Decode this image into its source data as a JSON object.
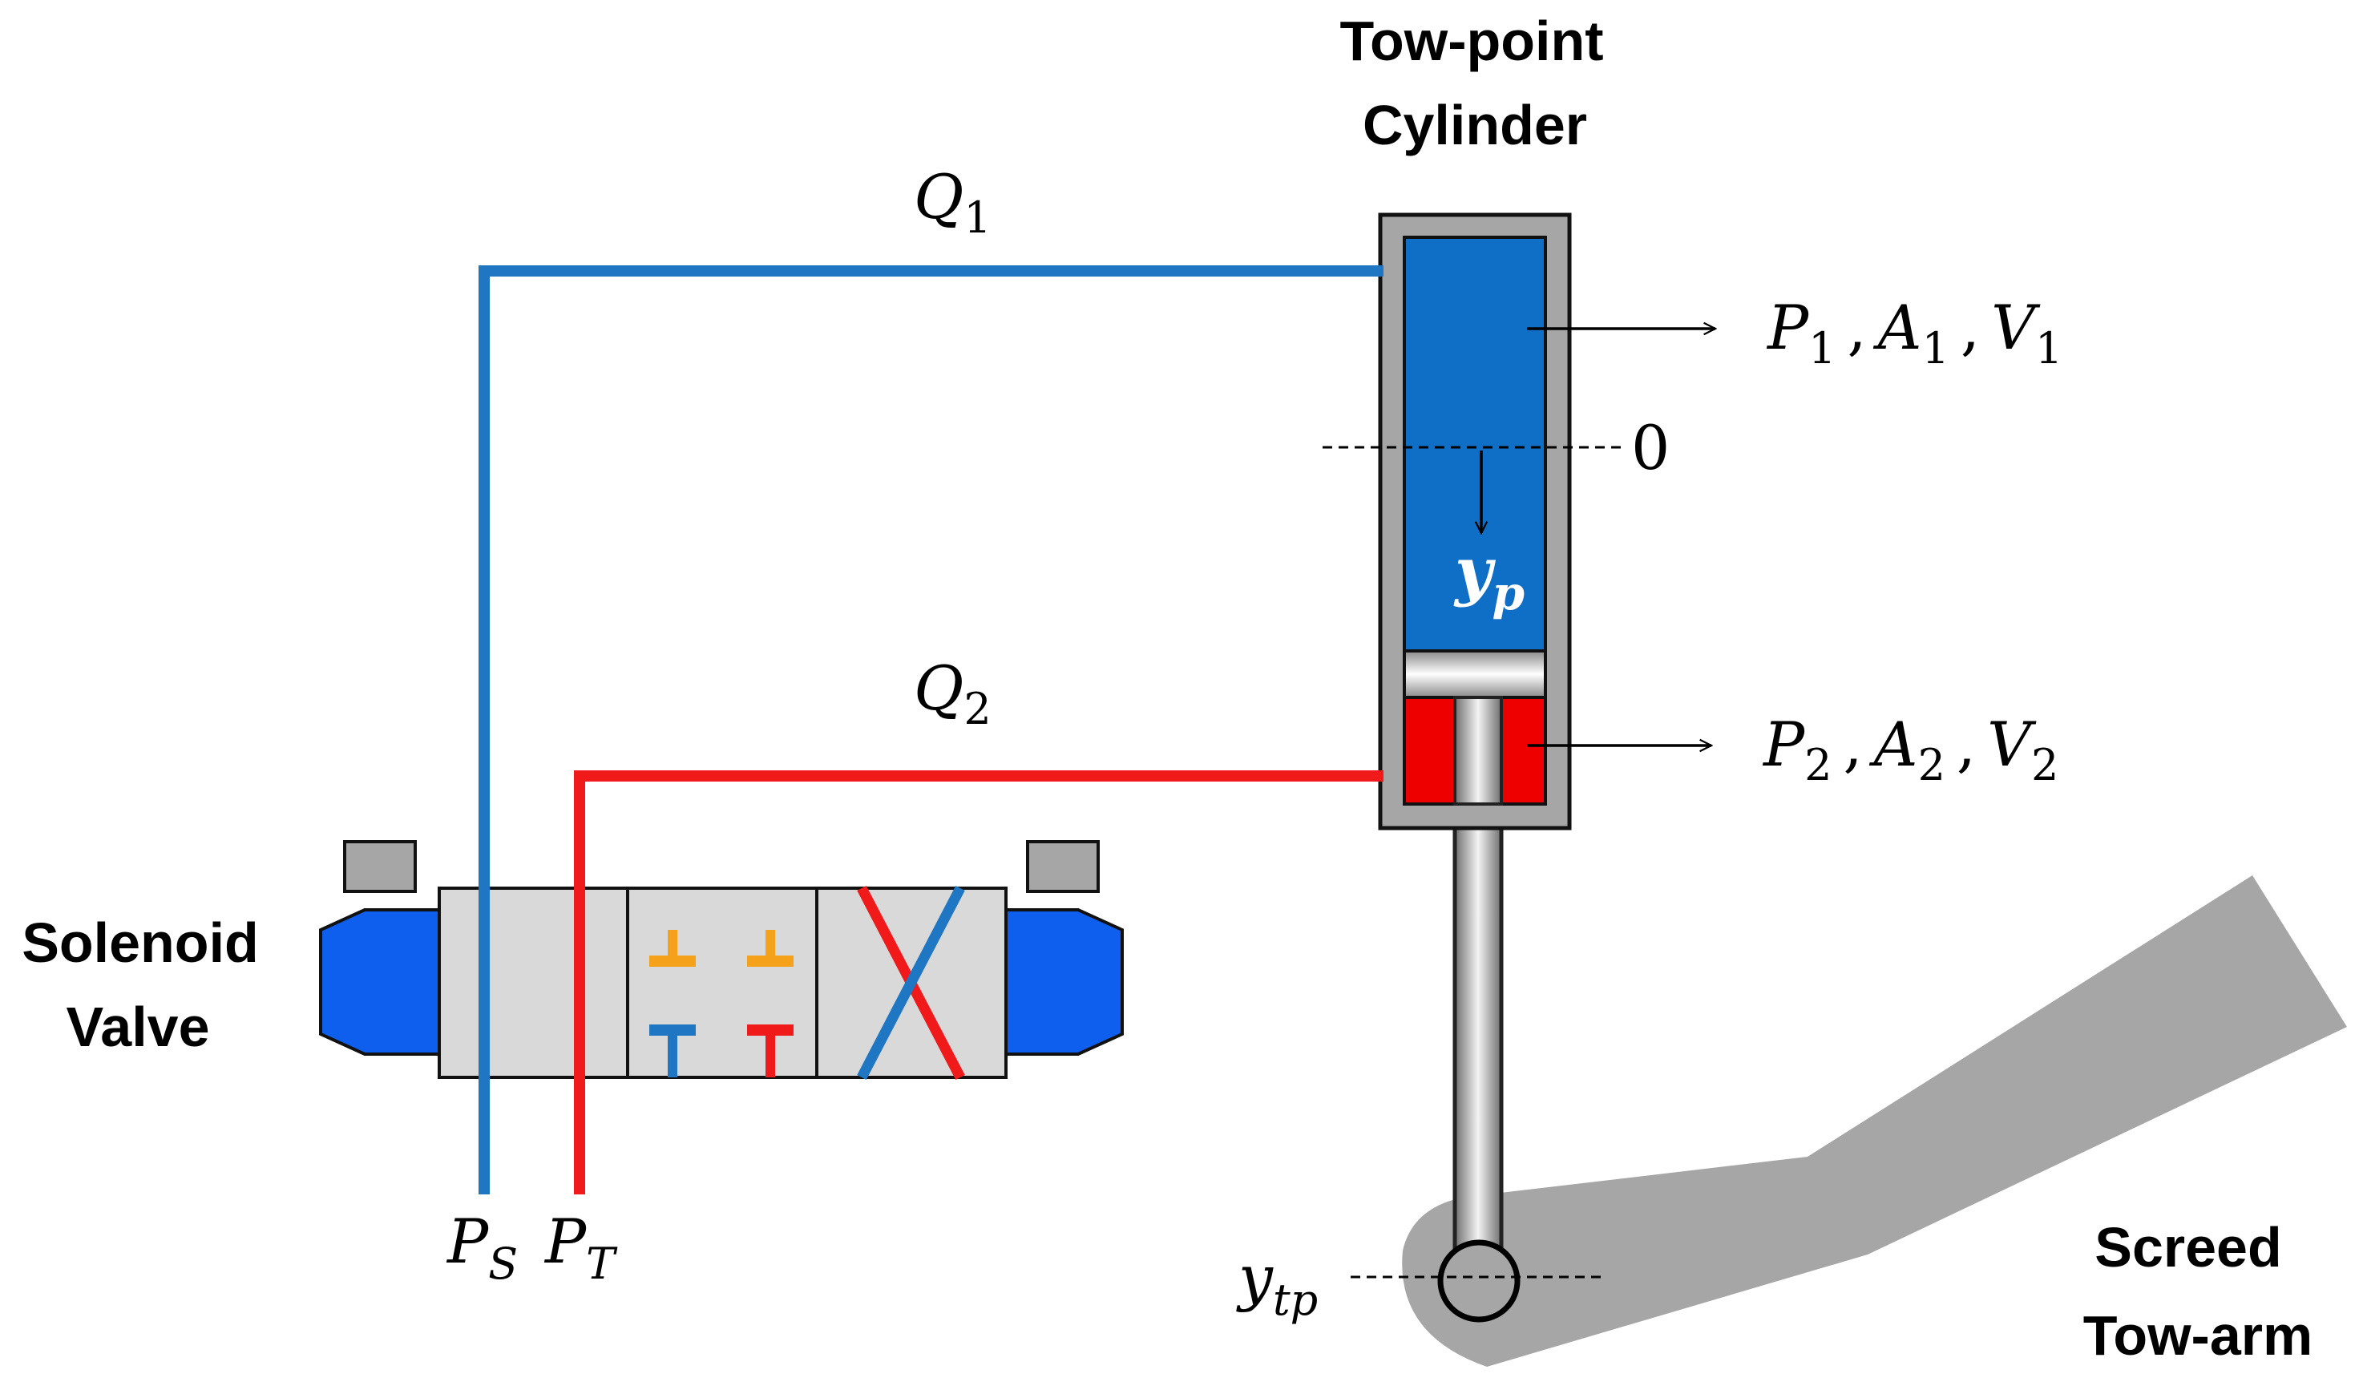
{
  "labels": {
    "cylinder_line1": "Tow-point",
    "cylinder_line2": "Cylinder",
    "valve_line1": "Solenoid",
    "valve_line2": "Valve",
    "towarm_line1": "Screed",
    "towarm_line2": "Tow-arm",
    "zero": "0"
  },
  "symbols": {
    "q1": {
      "base": "Q",
      "sub": "1"
    },
    "q2": {
      "base": "Q",
      "sub": "2"
    },
    "ps": {
      "base": "P",
      "sub": "S"
    },
    "pt": {
      "base": "P",
      "sub": "T"
    },
    "yp": {
      "base": "y",
      "sub": "p"
    },
    "ytp": {
      "base": "y",
      "sub": "tp"
    },
    "chamber1": {
      "p": "P",
      "p_sub": "1",
      "a": "A",
      "a_sub": "1",
      "v": "V",
      "v_sub": "1",
      "sep": ","
    },
    "chamber2": {
      "p": "P",
      "p_sub": "2",
      "a": "A",
      "a_sub": "2",
      "v": "V",
      "v_sub": "2",
      "sep": ","
    }
  },
  "colors": {
    "supply_line": "#1f77c4",
    "return_line": "#f01a1a",
    "cylinder_fill_top": "#0f6fc6",
    "cylinder_fill_bottom": "#ee0000",
    "body_gray": "#a6a6a6",
    "valve_body": "#d9d9d9",
    "solenoid_blue": "#0f5fef",
    "orange_port": "#f5a11a"
  }
}
